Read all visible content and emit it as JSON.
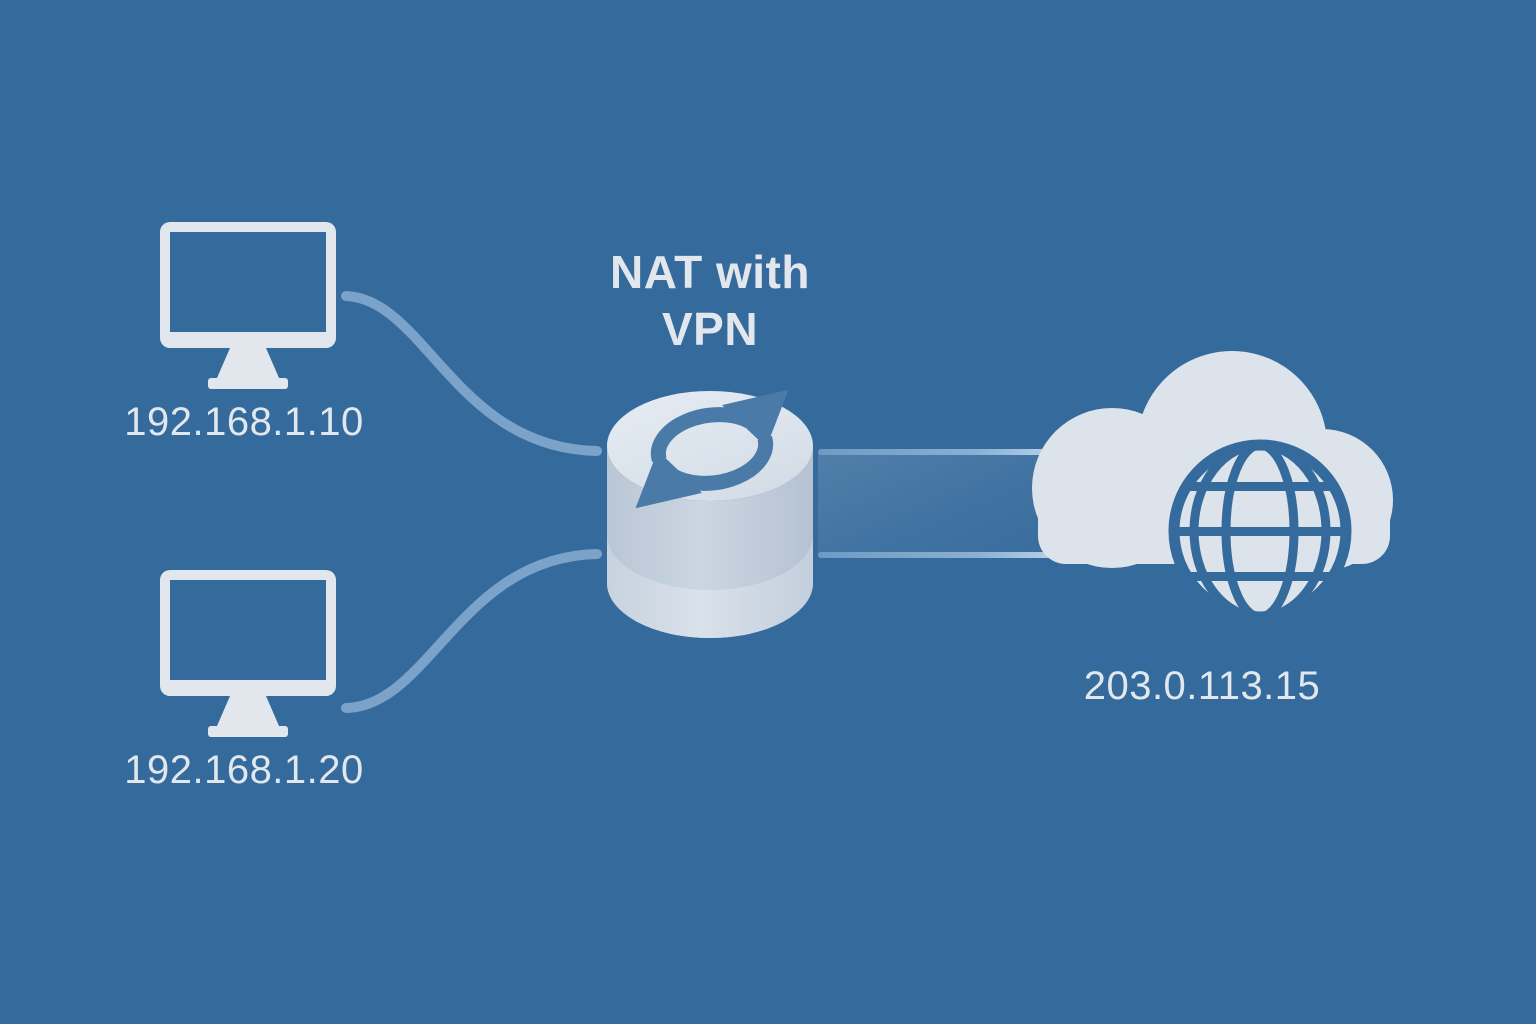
{
  "title": {
    "line1": "NAT with",
    "line2": "VPN"
  },
  "nodes": {
    "client1": {
      "ip": "192.168.1.10",
      "icon": "monitor-icon"
    },
    "client2": {
      "ip": "192.168.1.20",
      "icon": "monitor-icon"
    },
    "nat_router": {
      "icon": "nat-cylinder-icon",
      "overlay_icon": "sync-arrows-icon"
    },
    "internet": {
      "ip": "203.0.113.15",
      "icon": "cloud-icon",
      "overlay_icon": "globe-icon"
    }
  },
  "edges": [
    {
      "from": "client1",
      "to": "nat_router",
      "type": "curved-line"
    },
    {
      "from": "client2",
      "to": "nat_router",
      "type": "curved-line"
    },
    {
      "from": "nat_router",
      "to": "internet",
      "type": "vpn-tunnel"
    }
  ],
  "colors": {
    "background": "#356a9c",
    "icon_light": "#e2e7ed",
    "cloud": "#dce3ea",
    "cylinder_top": "#dfe6ed",
    "cylinder_body": "#c5d1de",
    "connector": "#7ba3c9",
    "sync_arrows": "#4a7aa8",
    "text": "#e2e7ed"
  }
}
